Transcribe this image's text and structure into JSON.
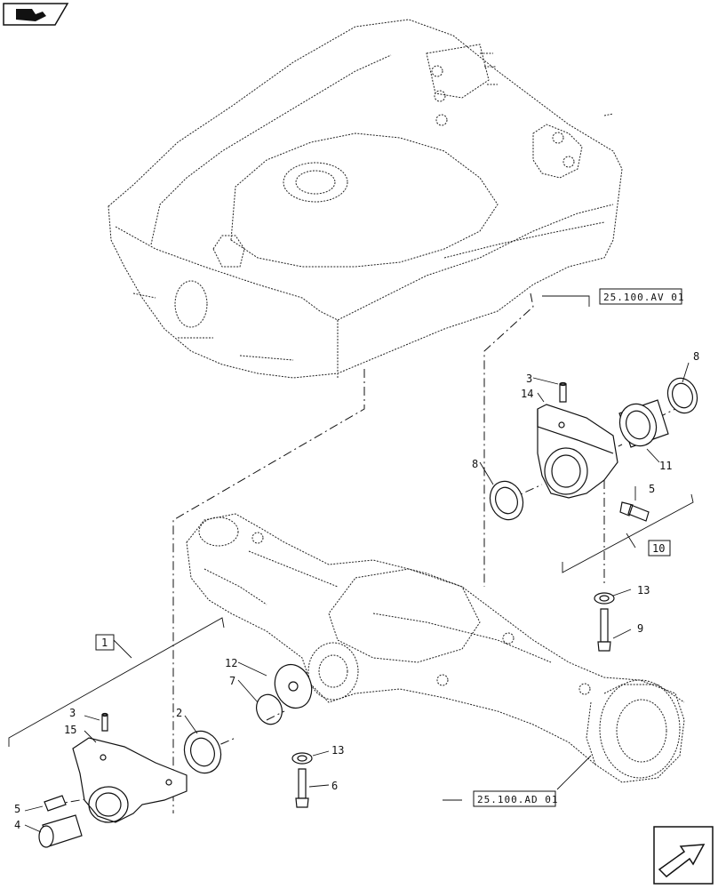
{
  "callouts": {
    "n1": "1",
    "n2": "2",
    "n3a": "3",
    "n3b": "3",
    "n4": "4",
    "n5a": "5",
    "n5b": "5",
    "n6": "6",
    "n7": "7",
    "n8a": "8",
    "n8b": "8",
    "n9": "9",
    "n10": "10",
    "n11": "11",
    "n12": "12",
    "n13a": "13",
    "n13b": "13",
    "n14": "14",
    "n15": "15"
  },
  "references": {
    "chassis": "25.100.AV 01",
    "axle": "25.100.AD 01"
  },
  "icons": {
    "top_left": "book-arrow-icon",
    "bottom_right": "next-page-arrow-icon"
  }
}
